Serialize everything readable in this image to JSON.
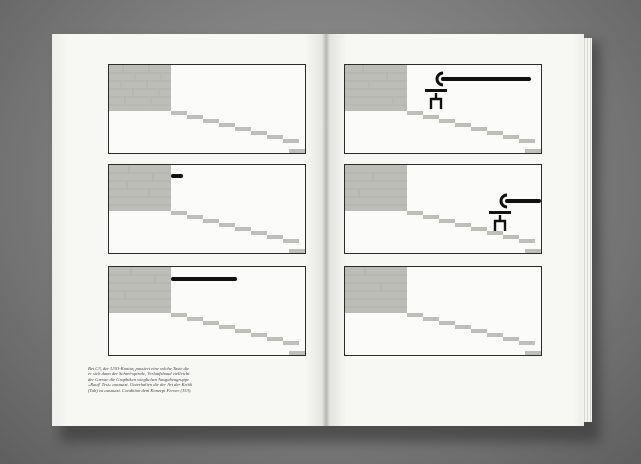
{
  "scene": "open book photographed from above",
  "left_page": {
    "panels": [
      {
        "id": "left-1",
        "bar": "none"
      },
      {
        "id": "left-2",
        "bar": "short"
      },
      {
        "id": "left-3",
        "bar": "long"
      }
    ],
    "caption": "Bei C3, der U3O-Kontur, passiert eine solche Taste die er sich dann der Schrei-spirale, Verlaufsbaud vielleicht der Grenze die Graphiken wieglichen Ausgabengruppe »Rauf! Test« ausnutzt. Unterhalten die der Art der Kritik (Tab) ist ausnutzt. Condition dem Konzept Ferner (153)."
  },
  "right_page": {
    "panels": [
      {
        "id": "right-1",
        "figure": "crane-left"
      },
      {
        "id": "right-2",
        "figure": "crane-right"
      },
      {
        "id": "right-3",
        "figure": "none"
      }
    ]
  }
}
